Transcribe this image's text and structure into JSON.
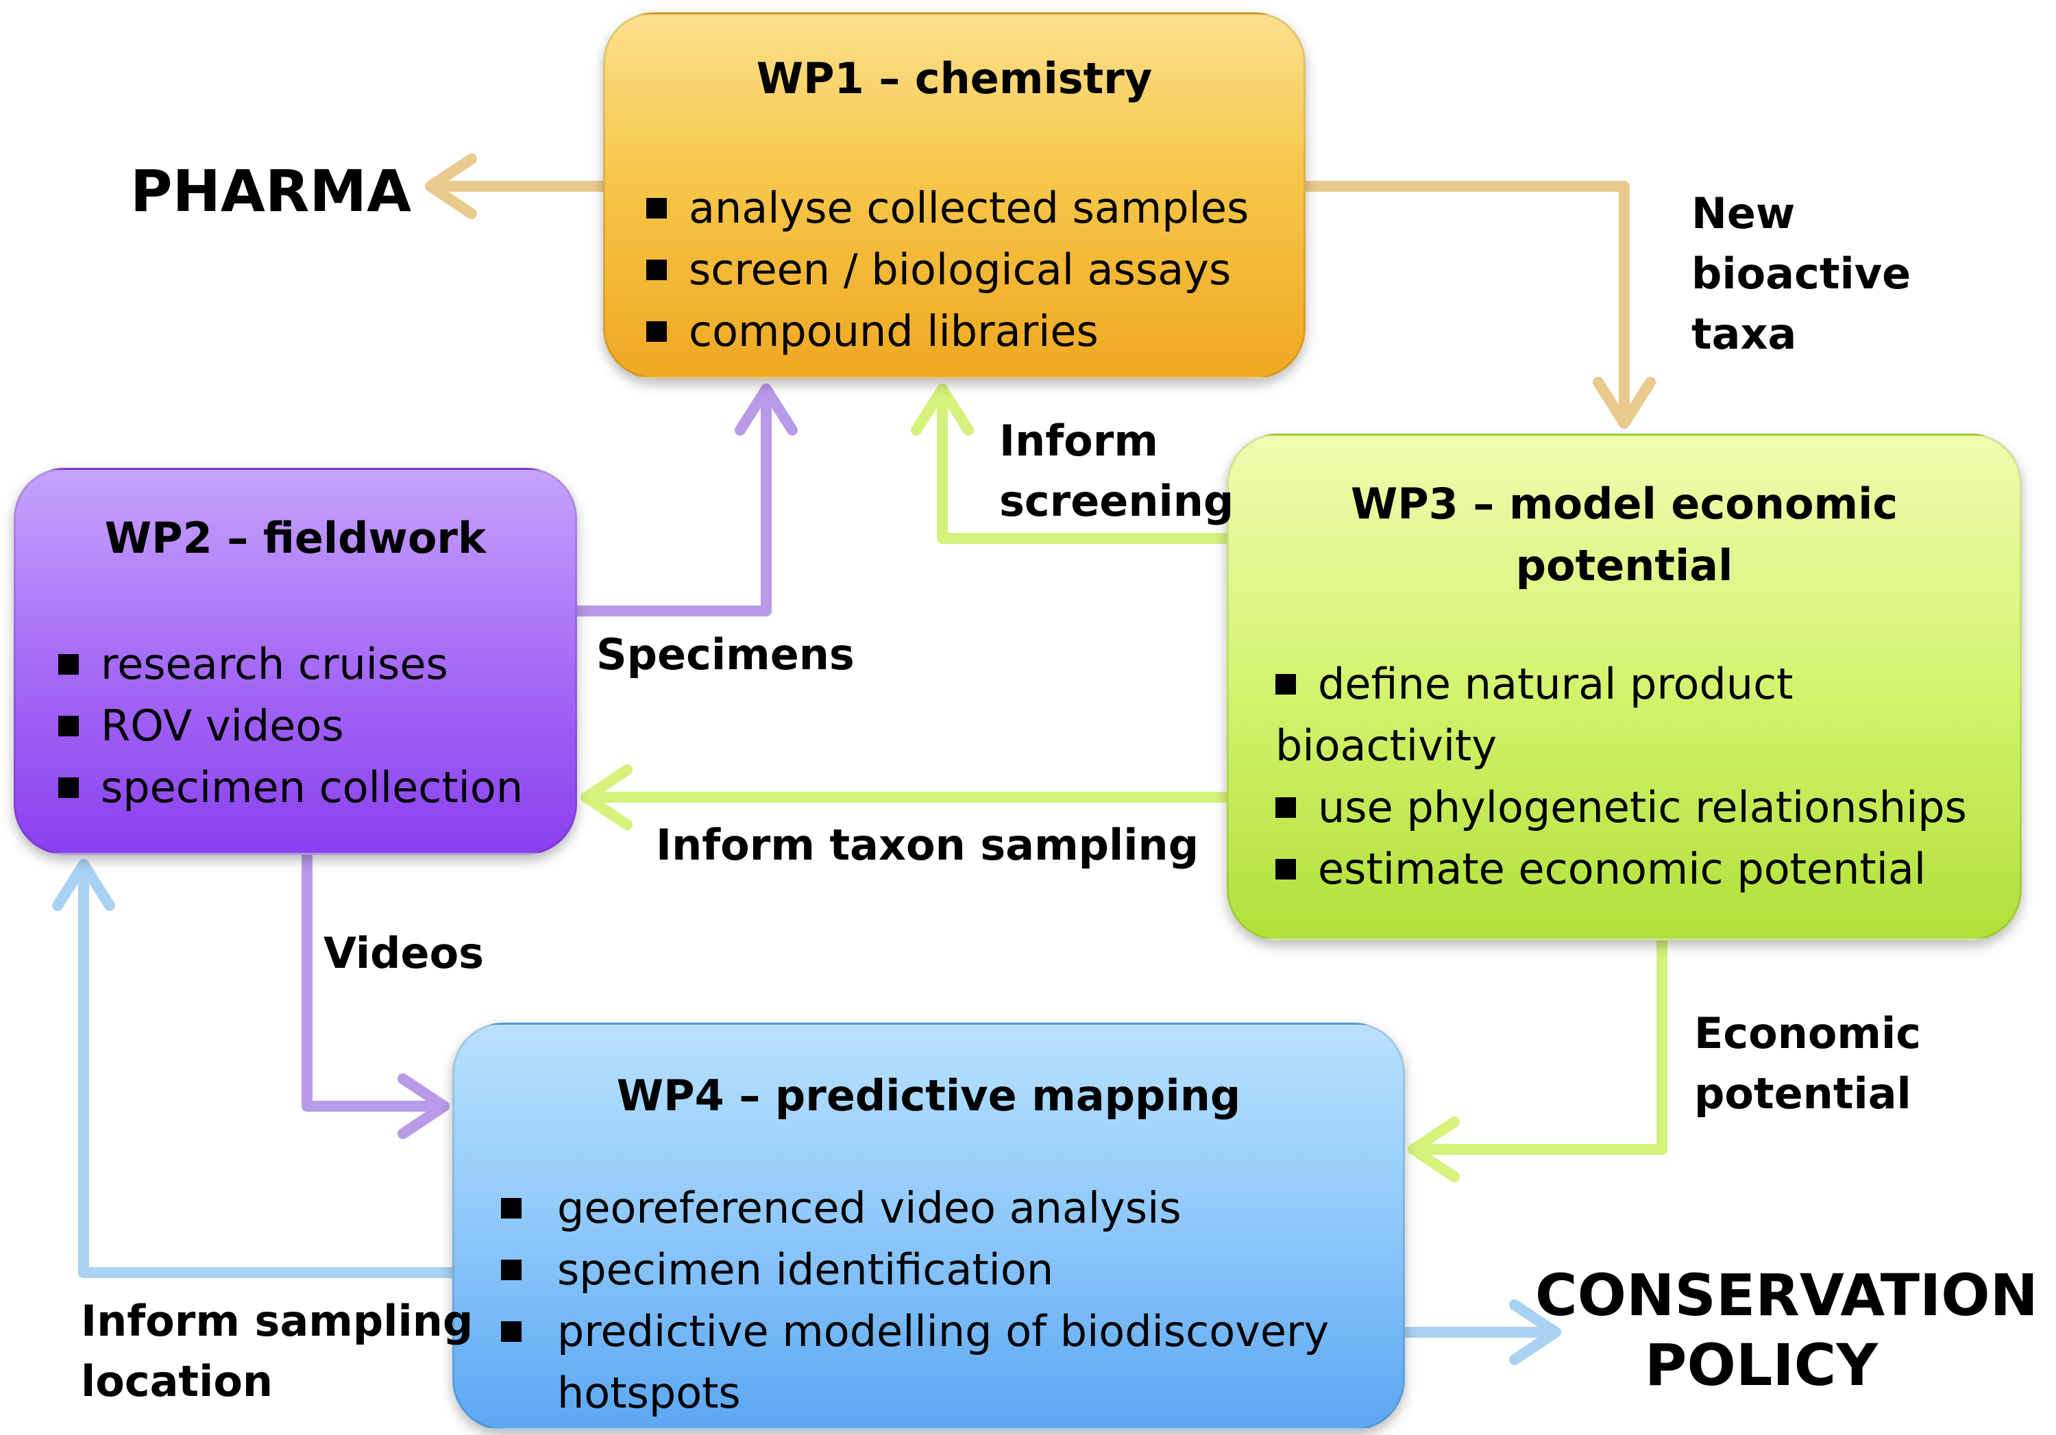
{
  "boxes": {
    "wp1": {
      "title": "WP1 – chemistry",
      "items": [
        "analyse collected samples",
        "screen / biological assays",
        "compound libraries"
      ]
    },
    "wp2": {
      "title": "WP2 – fieldwork",
      "items": [
        "research cruises",
        "ROV videos",
        "specimen collection"
      ]
    },
    "wp3": {
      "title_line1": "WP3 – model  economic",
      "title_line2": "potential",
      "items": [
        "define natural product",
        "bioactivity",
        "use phylogenetic relationships",
        "estimate economic potential"
      ]
    },
    "wp4": {
      "title": "WP4 – predictive mapping",
      "items": [
        "georeferenced video analysis",
        "specimen identification",
        "predictive modelling of biodiscovery",
        "hotspots"
      ]
    }
  },
  "labels": {
    "pharma": "PHARMA",
    "conservation_line1": "CONSERVATION",
    "conservation_line2": "POLICY",
    "new_bioactive_taxa": [
      "New",
      "bioactive",
      "taxa"
    ],
    "inform_screening": [
      "Inform",
      "screening"
    ],
    "specimens": "Specimens",
    "inform_taxon_sampling": "Inform taxon sampling",
    "videos": "Videos",
    "economic_potential": [
      "Economic",
      "potential"
    ],
    "inform_sampling_location": [
      "Inform sampling",
      "location"
    ]
  },
  "colors": {
    "wp1": "#f6c64a",
    "wp2": "#a66cf6",
    "wp3": "#d4f36f",
    "wp4": "#8ec8fa",
    "arrow_orange": "#e9c98c",
    "arrow_purple": "#b89ae8",
    "arrow_green": "#d6f17c",
    "arrow_blue": "#a9d1f2"
  }
}
